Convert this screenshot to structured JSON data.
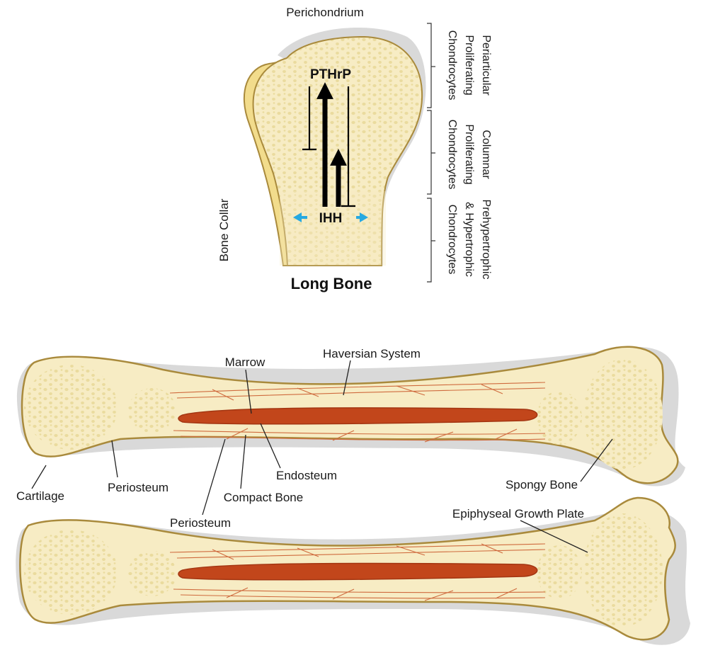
{
  "colors": {
    "bone_fill": "#f7ecc4",
    "bone_outline": "#a98a3c",
    "cartilage_shadow": "#d6d6d6",
    "marrow": "#c2461b",
    "haversian_lines": "#cf6b3e",
    "ihh_arrow": "#27a9e1",
    "signal_arrow": "#000000"
  },
  "top_panel": {
    "title": "Long Bone",
    "perichondrium_label": "Perichondrium",
    "bone_collar_label": "Bone Collar",
    "signals": {
      "pthrp": "PTHrP",
      "ihh": "IHH"
    },
    "zones": [
      {
        "line1": "Periarticular",
        "line2": "Proliferating",
        "line3": "Chondrocytes"
      },
      {
        "line1": "Columnar",
        "line2": "Proliferating",
        "line3": "Chondrocytes"
      },
      {
        "line1": "Prehypertrophic",
        "line2": "& Hypertrophic",
        "line3": "Chondrocytes"
      }
    ]
  },
  "bottom_panel": {
    "labels": {
      "marrow": "Marrow",
      "haversian": "Haversian System",
      "cartilage": "Cartilage",
      "periosteum_left": "Periosteum",
      "endosteum": "Endosteum",
      "compact_bone": "Compact Bone",
      "periosteum_bottom": "Periosteum",
      "spongy_bone": "Spongy Bone",
      "growth_plate": "Epiphyseal Growth Plate"
    }
  }
}
